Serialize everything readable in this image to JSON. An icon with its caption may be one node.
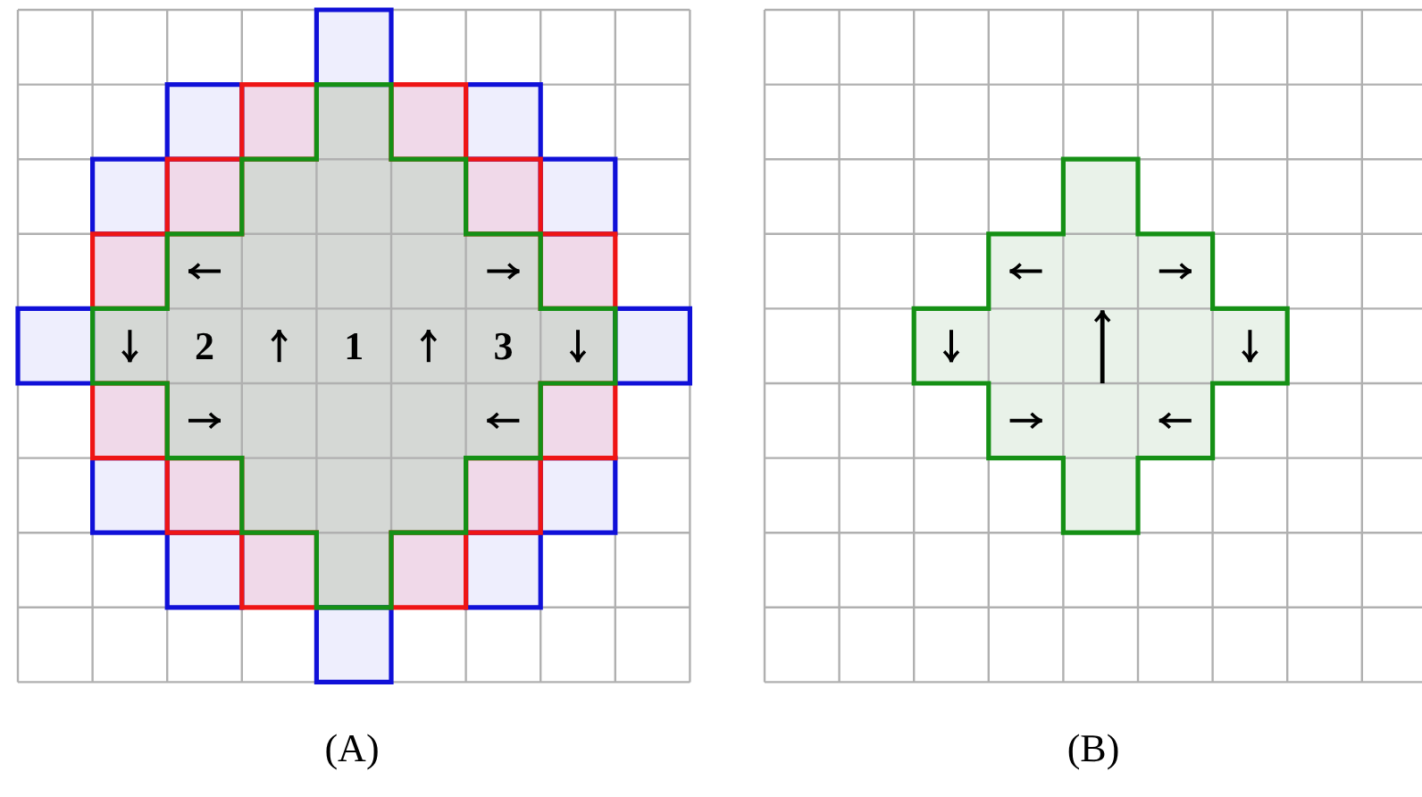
{
  "diagram": {
    "labels": [
      "2",
      "1",
      "3",
      "(A)",
      "(B)"
    ]
  }
}
